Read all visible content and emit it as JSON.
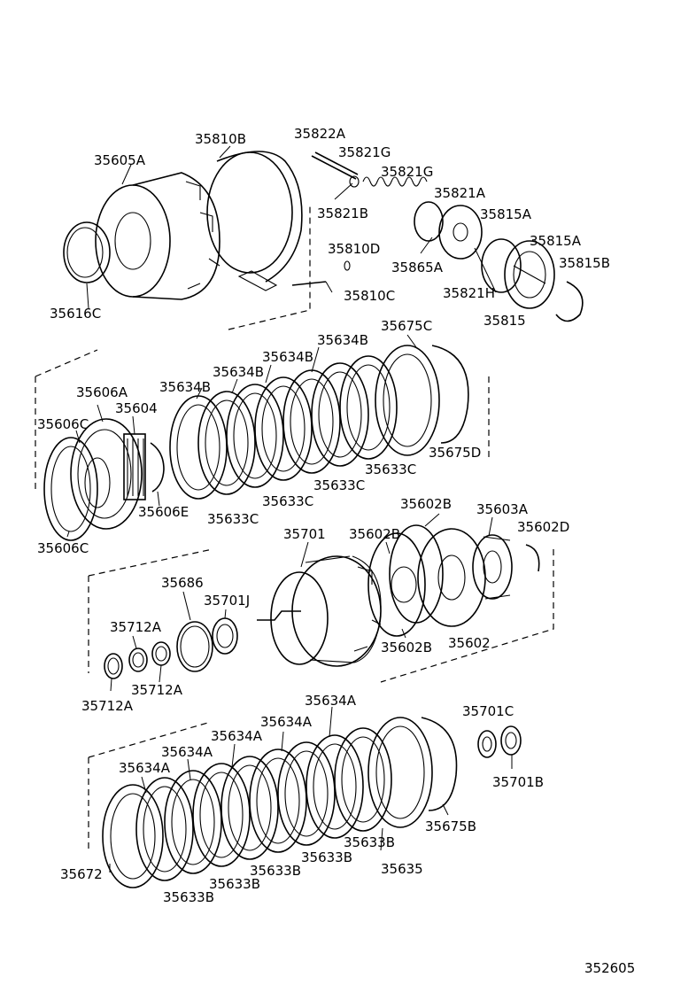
{
  "diagram_code": "352605",
  "labels": {
    "l35605A": "35605A",
    "l35810B": "35810B",
    "l35822A": "35822A",
    "l35821G_1": "35821G",
    "l35821G_2": "35821G",
    "l35821A": "35821A",
    "l35821B": "35821B",
    "l35815A_1": "35815A",
    "l35815A_2": "35815A",
    "l35810D": "35810D",
    "l35815B": "35815B",
    "l35865A": "35865A",
    "l35821H": "35821H",
    "l35810C": "35810C",
    "l35616C": "35616C",
    "l35815": "35815",
    "l35634B_1": "35634B",
    "l35675C": "35675C",
    "l35634B_2": "35634B",
    "l35634B_3": "35634B",
    "l35634B_4": "35634B",
    "l35606A": "35606A",
    "l35604": "35604",
    "l35606C_1": "35606C",
    "l35675D": "35675D",
    "l35633C_1": "35633C",
    "l35633C_2": "35633C",
    "l35633C_3": "35633C",
    "l35606E": "35606E",
    "l35633C_4": "35633C",
    "l35602B_1": "35602B",
    "l35603A": "35603A",
    "l35701": "35701",
    "l35602B_2": "35602B",
    "l35602D": "35602D",
    "l35606C_2": "35606C",
    "l35686": "35686",
    "l35701J": "35701J",
    "l35712A_1": "35712A",
    "l35602B_3": "35602B",
    "l35602": "35602",
    "l35712A_2": "35712A",
    "l35712A_3": "35712A",
    "l35634A_1": "35634A",
    "l35701C": "35701C",
    "l35634A_2": "35634A",
    "l35634A_3": "35634A",
    "l35634A_4": "35634A",
    "l35634A_5": "35634A",
    "l35701B": "35701B",
    "l35675B": "35675B",
    "l35633B_1": "35633B",
    "l35633B_2": "35633B",
    "l35635": "35635",
    "l35633B_3": "35633B",
    "l35672": "35672",
    "l35633B_4": "35633B",
    "l35633B_5": "35633B"
  }
}
